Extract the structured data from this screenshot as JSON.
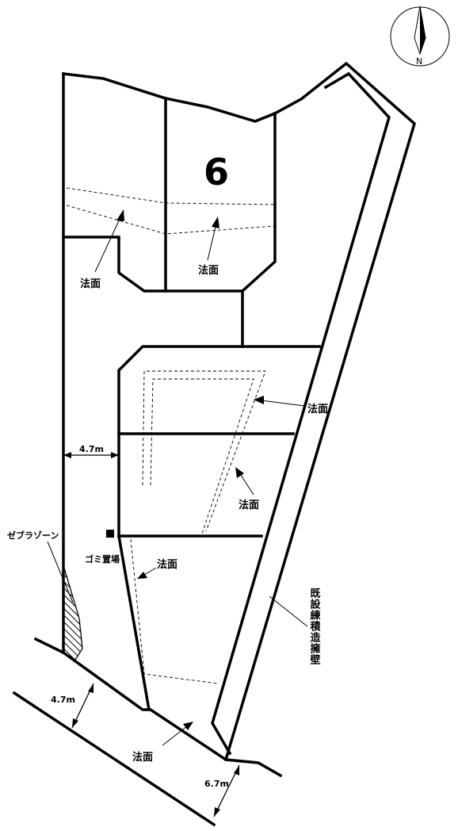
{
  "compass": {
    "north_letter": "N"
  },
  "lot": {
    "number": "6"
  },
  "labels": {
    "slope_a": "法面",
    "slope_b": "法面",
    "slope_c": "法面",
    "slope_d": "法面",
    "slope_e": "法面",
    "slope_f": "法面",
    "width_middle": "4.7m",
    "width_road_left": "4.7m",
    "width_road_right": "6.7m",
    "zebra_zone": "ゼブラゾーン",
    "garbage_area": "ゴミ置場",
    "retaining_wall": "既設練積造擁壁"
  }
}
